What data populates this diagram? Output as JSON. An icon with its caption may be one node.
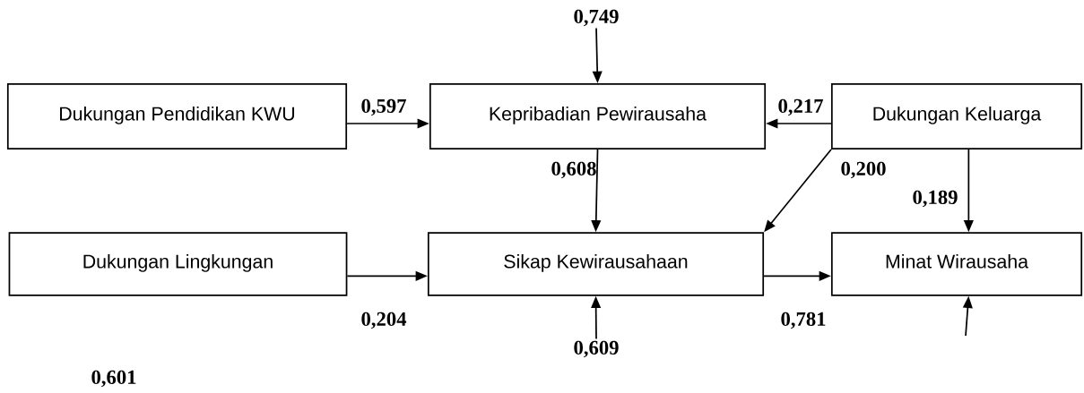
{
  "diagram": {
    "nodes": [
      {
        "text": [
          "Dukungan Pendidikan KWU"
        ]
      },
      {
        "text": [
          "Kepribadian Pewirausaha"
        ]
      },
      {
        "text": [
          "Dukungan Keluarga"
        ]
      },
      {
        "text": [
          "Dukungan Lingkungan"
        ]
      },
      {
        "text": [
          "Sikap Kewirausahaan"
        ]
      },
      {
        "text": [
          "Minat Wirausaha"
        ]
      },
      {
        "text": [
          "0,749"
        ]
      },
      {
        "text": [
          "0,609"
        ]
      }
    ],
    "edges": [
      {
        "from": 0,
        "to": 1,
        "arrow": "to",
        "label": "0,597"
      },
      {
        "from": 2,
        "to": 1,
        "arrow": "to",
        "label": "0,217"
      },
      {
        "from": 1,
        "to": 4,
        "arrow": "to",
        "label": "0,608"
      },
      {
        "from": 2,
        "to": 4,
        "arrow": "to",
        "label": "0,200"
      },
      {
        "from": 2,
        "to": 5,
        "arrow": "to",
        "label": "0,189"
      },
      {
        "from": 3,
        "to": 4,
        "arrow": "to",
        "label": "0,204"
      },
      {
        "from": 4,
        "to": 5,
        "arrow": "to",
        "label": "0,781"
      },
      {
        "from": 6,
        "to": 1,
        "arrow": "to"
      },
      {
        "from": 7,
        "to": 4,
        "arrow": "to"
      },
      {
        "from": null,
        "to": 5,
        "arrow": "to"
      }
    ],
    "labels": [
      "0,601"
    ]
  }
}
